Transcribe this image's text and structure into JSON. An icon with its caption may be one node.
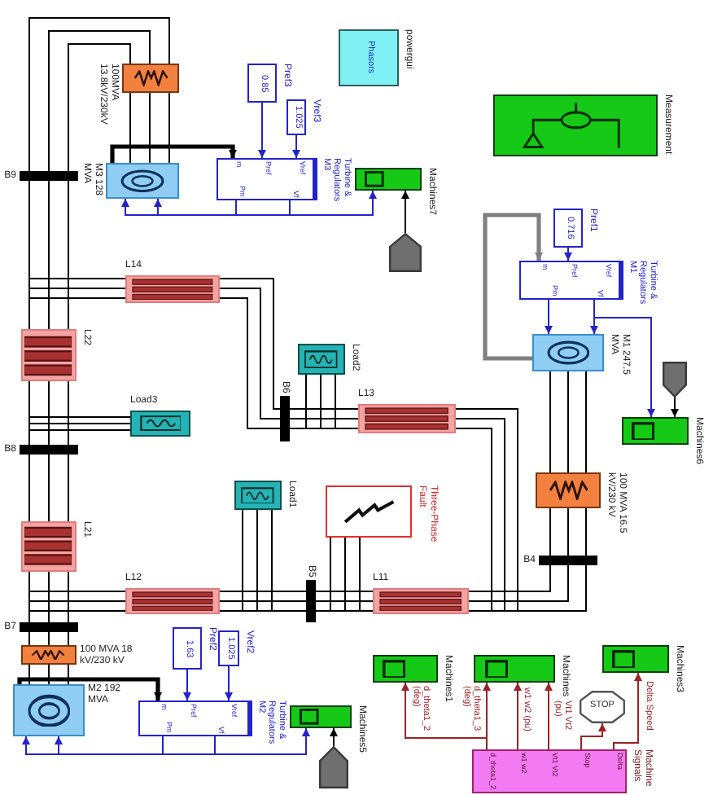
{
  "diagram": {
    "nodes": [
      {
        "text": [
          "100MVA 13.8kV/230kV"
        ]
      },
      {
        "text": [
          "0.85",
          "Pref3"
        ]
      },
      {
        "text": [
          "Phasors",
          "powergui"
        ]
      },
      {
        "text": [
          "Measurement"
        ]
      },
      {
        "text": [
          "1.025",
          "Vref3"
        ]
      },
      {
        "text": [
          "M3 128 MVA"
        ]
      },
      {
        "text": [
          "Turbine & Regulators M3",
          "m",
          "Pref",
          "Vref",
          "Pm",
          "Vf"
        ]
      },
      {
        "text": [
          "Machines7"
        ]
      },
      {
        "text": [
          "B9"
        ]
      },
      {
        "text": [
          "0.716",
          "Pref1"
        ]
      },
      {
        "text": [],
        "shape": "pentagon"
      },
      {
        "text": [
          "Turbine & Regulators M1",
          "m",
          "Pref",
          "Vref",
          "Pm",
          "Vf"
        ]
      },
      {
        "text": [
          "L14"
        ]
      },
      {
        "text": [
          "L22"
        ]
      },
      {
        "text": [
          "M1 247.5 MVA"
        ]
      },
      {
        "text": [
          "Load2"
        ]
      },
      {
        "text": [],
        "shape": "pentagon"
      },
      {
        "text": [
          "B6"
        ]
      },
      {
        "text": [
          "L13"
        ]
      },
      {
        "text": [
          "Load3"
        ]
      },
      {
        "text": [
          "Machines6"
        ]
      },
      {
        "text": [
          "B8"
        ]
      },
      {
        "text": [
          "100 MVA 16.5 kV/230 kV"
        ]
      },
      {
        "text": [
          "Load1"
        ]
      },
      {
        "text": [
          "Three-Phase Fault"
        ]
      },
      {
        "text": [
          "L21"
        ]
      },
      {
        "text": [
          "B4"
        ]
      },
      {
        "text": [
          "B5"
        ]
      },
      {
        "text": [
          "L12"
        ]
      },
      {
        "text": [
          "L11"
        ]
      },
      {
        "text": [
          "B7"
        ]
      },
      {
        "text": [
          "1.63",
          "Pref2"
        ]
      },
      {
        "text": [
          "1.025",
          "Vref2"
        ]
      },
      {
        "text": [
          "100 MVA 18 kV/230 kV"
        ]
      },
      {
        "text": [
          "Machines3"
        ]
      },
      {
        "text": [
          "Machines1"
        ]
      },
      {
        "text": [
          "Machines"
        ]
      },
      {
        "text": [
          "M2 192 MVA"
        ]
      },
      {
        "text": [
          "Turbine & Regulators M2",
          "m",
          "Pref",
          "Vref",
          "Pm",
          "Vf"
        ]
      },
      {
        "text": [
          "STOP"
        ]
      },
      {
        "text": [
          "Machines5"
        ]
      },
      {
        "text": [],
        "shape": "pentagon"
      },
      {
        "text": [
          "Machine Signals",
          "d_theta1_2",
          "w1 w2",
          "Vt1 Vt2",
          "Stop",
          "Delta"
        ]
      }
    ],
    "edges": [
      {
        "from": 8,
        "to": 0,
        "arrow": "none"
      },
      {
        "from": 0,
        "to": 5,
        "arrow": "none"
      },
      {
        "from": 5,
        "to": 6,
        "arrow": "to",
        "style": "thick"
      },
      {
        "from": 1,
        "to": 6,
        "arrow": "to",
        "color": "#2323c8"
      },
      {
        "from": 4,
        "to": 6,
        "arrow": "to",
        "color": "#2323c8"
      },
      {
        "from": 6,
        "to": 5,
        "arrow": "to",
        "color": "#2323c8"
      },
      {
        "from": 6,
        "to": 5,
        "arrow": "to",
        "color": "#2323c8"
      },
      {
        "from": 6,
        "to": 7,
        "arrow": "to",
        "color": "#2323c8"
      },
      {
        "from": 10,
        "to": 7,
        "arrow": "to"
      },
      {
        "from": 8,
        "to": 12,
        "arrow": "none"
      },
      {
        "from": 8,
        "to": 13,
        "arrow": "none"
      },
      {
        "from": 9,
        "to": 11,
        "arrow": "to",
        "color": "#2323c8"
      },
      {
        "from": 14,
        "to": 11,
        "arrow": "to",
        "style": "thick",
        "color": "#808080"
      },
      {
        "from": 11,
        "to": 14,
        "arrow": "to",
        "color": "#2323c8"
      },
      {
        "from": 11,
        "to": 14,
        "arrow": "to",
        "color": "#2323c8"
      },
      {
        "from": 11,
        "to": 20,
        "arrow": "to",
        "color": "#2323c8"
      },
      {
        "from": 16,
        "to": 20,
        "arrow": "to"
      },
      {
        "from": 14,
        "to": 22,
        "arrow": "none"
      },
      {
        "from": 17,
        "to": 12,
        "arrow": "none"
      },
      {
        "from": 17,
        "to": 15,
        "arrow": "none"
      },
      {
        "from": 17,
        "to": 18,
        "arrow": "none"
      },
      {
        "from": 21,
        "to": 13,
        "arrow": "none"
      },
      {
        "from": 21,
        "to": 19,
        "arrow": "none"
      },
      {
        "from": 21,
        "to": 25,
        "arrow": "none"
      },
      {
        "from": 26,
        "to": 22,
        "arrow": "none"
      },
      {
        "from": 26,
        "to": 18,
        "arrow": "none"
      },
      {
        "from": 26,
        "to": 29,
        "arrow": "none"
      },
      {
        "from": 27,
        "to": 28,
        "arrow": "none"
      },
      {
        "from": 27,
        "to": 23,
        "arrow": "none"
      },
      {
        "from": 27,
        "to": 24,
        "arrow": "none"
      },
      {
        "from": 27,
        "to": 29,
        "arrow": "none"
      },
      {
        "from": 30,
        "to": 25,
        "arrow": "none"
      },
      {
        "from": 30,
        "to": 28,
        "arrow": "none"
      },
      {
        "from": 30,
        "to": 33,
        "arrow": "none"
      },
      {
        "from": 33,
        "to": 37,
        "arrow": "none"
      },
      {
        "from": 37,
        "to": 38,
        "arrow": "to",
        "style": "thick"
      },
      {
        "from": 31,
        "to": 38,
        "arrow": "to",
        "color": "#2323c8"
      },
      {
        "from": 32,
        "to": 38,
        "arrow": "to",
        "color": "#2323c8"
      },
      {
        "from": 38,
        "to": 37,
        "arrow": "to",
        "color": "#2323c8"
      },
      {
        "from": 38,
        "to": 37,
        "arrow": "to",
        "color": "#2323c8"
      },
      {
        "from": 38,
        "to": 40,
        "arrow": "to",
        "color": "#2323c8"
      },
      {
        "from": 41,
        "to": 40,
        "arrow": "to"
      },
      {
        "from": 42,
        "to": 35,
        "arrow": "to",
        "color": "#9b2226",
        "label": "d_theta1_2 (deg)"
      },
      {
        "from": 42,
        "to": 36,
        "arrow": "to",
        "color": "#9b2226",
        "label": "d_theta1_3 (deg)"
      },
      {
        "from": 42,
        "to": 36,
        "arrow": "to",
        "color": "#9b2226",
        "label": "w1 w2 (pu)"
      },
      {
        "from": 42,
        "to": 36,
        "arrow": "to",
        "color": "#9b2226",
        "label": "Vt1 Vt2 (pu)"
      },
      {
        "from": 42,
        "to": 39,
        "arrow": "to",
        "color": "#9b2226"
      },
      {
        "from": 42,
        "to": 34,
        "arrow": "to",
        "color": "#9b2226",
        "label": "Delta Speed"
      }
    ]
  }
}
